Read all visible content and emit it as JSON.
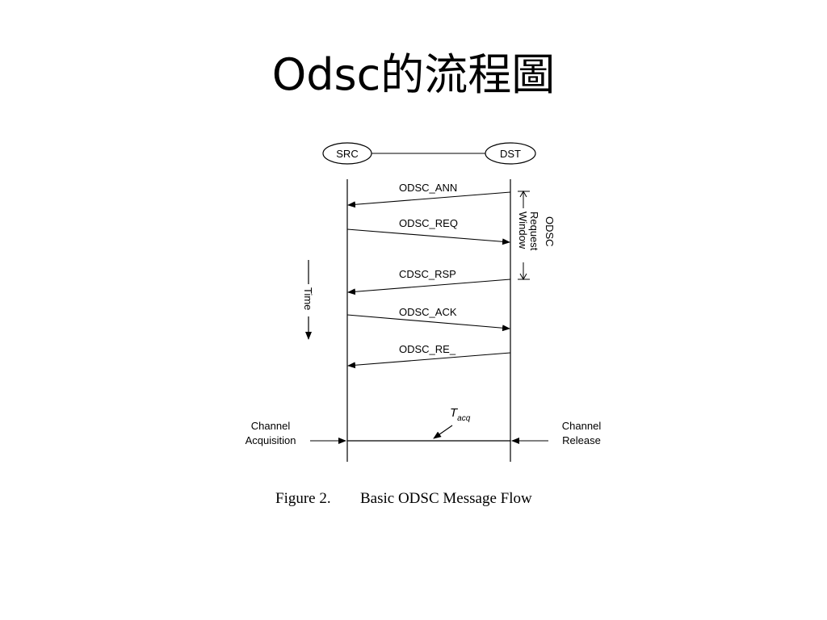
{
  "title": "Odsc的流程圖",
  "diagram": {
    "nodes": {
      "src": "SRC",
      "dst": "DST"
    },
    "messages": [
      {
        "label": "ODSC_ANN",
        "dir": "dst_to_src"
      },
      {
        "label": "ODSC_REQ",
        "dir": "src_to_dst"
      },
      {
        "label": "CDSC_RSP",
        "dir": "dst_to_src"
      },
      {
        "label": "ODSC_ACK",
        "dir": "src_to_dst"
      },
      {
        "label": "ODSC_RE_",
        "dir": "dst_to_src"
      }
    ],
    "request_window": {
      "line1": "Request",
      "line2": "Window",
      "outer": "ODSC"
    },
    "time_label": "Time",
    "t_acq": {
      "main": "T",
      "sub": "acq"
    },
    "channel_acquisition": {
      "line1": "Channel",
      "line2": "Acquisition"
    },
    "channel_release": {
      "line1": "Channel",
      "line2": "Release"
    },
    "caption": {
      "figure": "Figure 2.",
      "text": "Basic ODSC Message Flow"
    }
  }
}
